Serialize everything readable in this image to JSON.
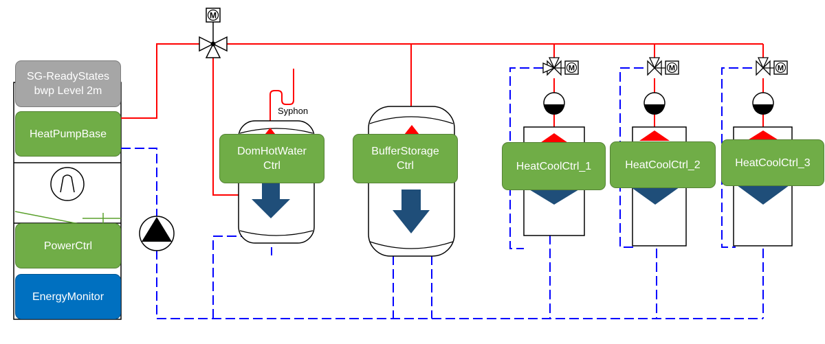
{
  "colors": {
    "supply_pipe": "#ff0000",
    "return_pipe": "#0000ff",
    "controller_box": "#70ad47",
    "state_box": "#a6a6a6",
    "monitor_box": "#0070c0",
    "arrow": "#1f4e79",
    "pump": "#000000"
  },
  "labels": {
    "syphon": "Syphon",
    "valve_motor": "M"
  },
  "boxes": {
    "sg_ready": {
      "line1": "SG-ReadyStates",
      "line2": "bwp Level 2m"
    },
    "heat_pump_base": {
      "line1": "HeatPumpBase"
    },
    "power_ctrl": {
      "line1": "PowerCtrl"
    },
    "energy_monitor": {
      "line1": "EnergyMonitor"
    },
    "dom_hot_water": {
      "line1": "DomHotWater",
      "line2": "Ctrl"
    },
    "buffer_storage": {
      "line1": "BufferStorage",
      "line2": "Ctrl"
    },
    "heat_cool_1": {
      "line1": "HeatCoolCtrl_1"
    },
    "heat_cool_2": {
      "line1": "HeatCoolCtrl_2"
    },
    "heat_cool_3": {
      "line1": "HeatCoolCtrl_3"
    }
  }
}
